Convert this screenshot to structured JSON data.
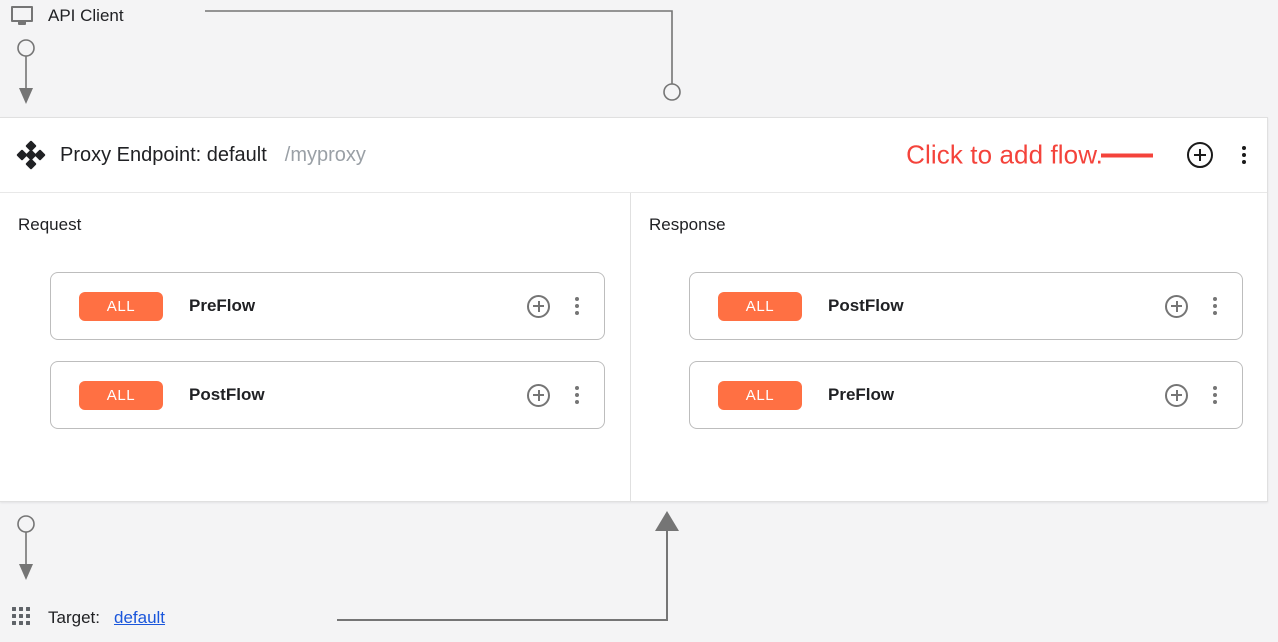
{
  "client": {
    "label": "API Client",
    "icon": "monitor-icon"
  },
  "proxy": {
    "icon": "move-handle-icon",
    "title": "Proxy Endpoint: default",
    "path": "/myproxy",
    "add_flow_icon": "plus-circle-icon",
    "menu_icon": "kebab-menu-icon"
  },
  "annotation": {
    "text": "Click to add flow.",
    "color": "#f4433b"
  },
  "columns": [
    {
      "key": "request",
      "title": "Request",
      "direction": "down",
      "flows": [
        {
          "badge": "ALL",
          "name": "PreFlow",
          "add_icon": "plus-circle-icon",
          "menu_icon": "kebab-menu-icon"
        },
        {
          "badge": "ALL",
          "name": "PostFlow",
          "add_icon": "plus-circle-icon",
          "menu_icon": "kebab-menu-icon"
        }
      ]
    },
    {
      "key": "response",
      "title": "Response",
      "direction": "up",
      "flows": [
        {
          "badge": "ALL",
          "name": "PostFlow",
          "add_icon": "plus-circle-icon",
          "menu_icon": "kebab-menu-icon"
        },
        {
          "badge": "ALL",
          "name": "PreFlow",
          "add_icon": "plus-circle-icon",
          "menu_icon": "kebab-menu-icon"
        }
      ]
    }
  ],
  "target": {
    "icon": "grid-dots-icon",
    "label": "Target:",
    "link": "default"
  },
  "colors": {
    "badge_orange": "#ff7043",
    "annotation_red": "#f4433b",
    "link_blue": "#1a56db",
    "canvas_gray": "#f4f4f5",
    "wire_gray": "#757575"
  }
}
